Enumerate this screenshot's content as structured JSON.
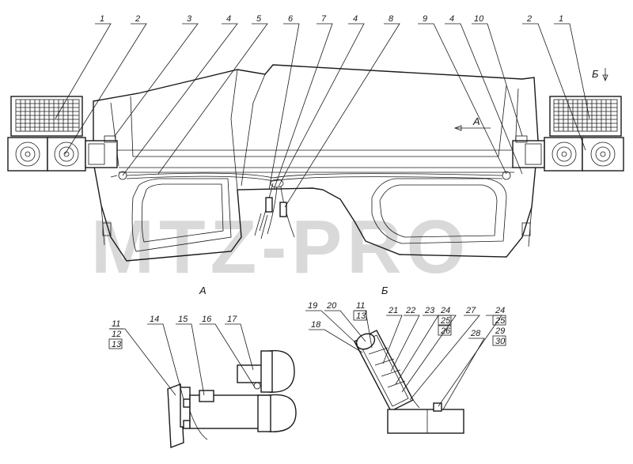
{
  "watermark": "MTZ-PRO",
  "view_labels": {
    "a_marker": "A",
    "b_marker": "Б",
    "a_title": "A",
    "b_title": "Б"
  },
  "callouts": {
    "top": [
      "1",
      "2",
      "3",
      "4",
      "5",
      "6",
      "7",
      "4",
      "8",
      "9",
      "4",
      "10",
      "2",
      "1"
    ],
    "view_a": [
      "11",
      "12",
      "13",
      "14",
      "15",
      "16",
      "17"
    ],
    "view_b": [
      "19",
      "20",
      "11",
      "13",
      "21",
      "22",
      "23",
      "24",
      "25",
      "26",
      "27",
      "18",
      "24",
      "25",
      "29",
      "30",
      "28"
    ]
  }
}
